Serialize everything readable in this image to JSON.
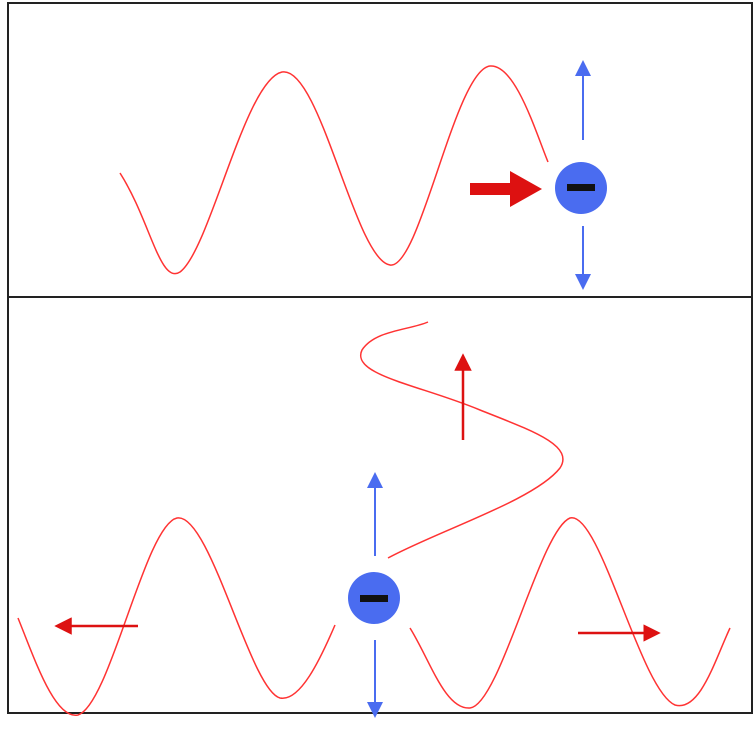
{
  "panels": [
    {
      "label": "",
      "wave_color": "#ff3333",
      "charge_symbol": "−",
      "charge_color": "#4a6cf0",
      "oscillation_arrow_color": "#4a6cf0",
      "incoming_arrow_color": "#dd1111",
      "waves": [
        {
          "name": "incident-wave",
          "direction": "right",
          "crests": 2
        }
      ],
      "oscillation": "vertical"
    },
    {
      "label": "",
      "wave_color": "#ff3333",
      "charge_symbol": "−",
      "charge_color": "#4a6cf0",
      "oscillation_arrow_color": "#4a6cf0",
      "propagation_arrow_color": "#dd1111",
      "waves": [
        {
          "name": "left-scattered-wave",
          "direction": "left",
          "crests": 1
        },
        {
          "name": "right-scattered-wave",
          "direction": "right",
          "crests": 1
        },
        {
          "name": "upward-scattered-wave",
          "direction": "up",
          "crests": 1
        }
      ],
      "oscillation": "vertical"
    }
  ]
}
